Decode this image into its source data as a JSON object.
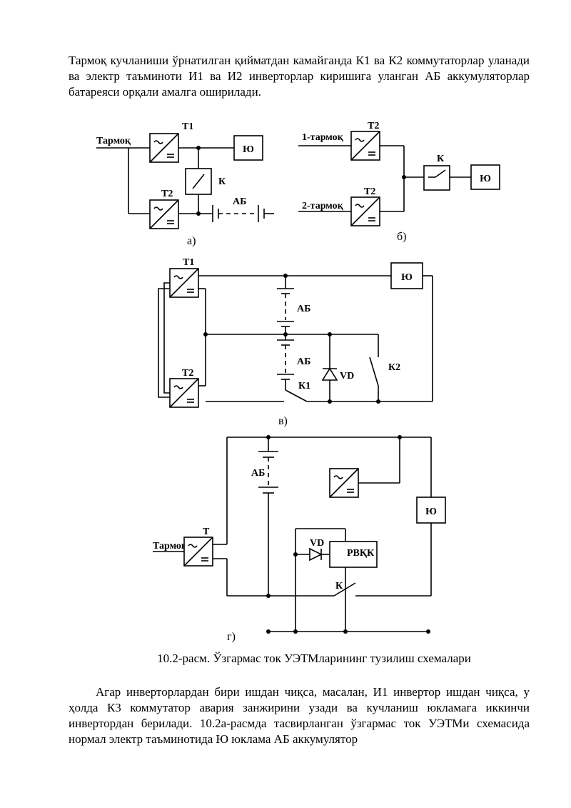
{
  "text": {
    "para_top": "Тармоқ кучланиши ўрнатилган қийматдан камайганда К1 ва К2 коммутаторлар уланади ва электр таъминоти И1 ва И2 инверторлар киришига уланган АБ аккумуляторлар батареяси орқали амалга оширилади.",
    "caption": "10.2-расм. Ўзгармас ток УЭТМларининг тузилиш схемалари",
    "para_bottom": "Агар инверторлардан бири ишдан чиқса, масалан, И1 инвертор ишдан чиқса, у ҳолда К3 коммутатор авария занжирини узади ва кучланиш юкламага иккинчи инвертордан берилади. 10.2а-расмда тасвирланган ўзгармас ток УЭТМи схемасида нормал электр таъминотида Ю юклама АБ аккумулятор"
  },
  "diagram": {
    "a": {
      "input": "Тармоқ",
      "t1": "Т1",
      "t2": "Т2",
      "load": "Ю",
      "switch": "К",
      "battery": "АБ",
      "sub": "а)"
    },
    "b": {
      "input1": "1-тармоқ",
      "input2": "2-тармоқ",
      "t2_top": "Т2",
      "t2_bottom": "Т2",
      "switch": "К",
      "load": "Ю",
      "sub": "б)"
    },
    "v": {
      "t1": "Т1",
      "t2": "Т2",
      "load": "Ю",
      "battery_top": "АБ",
      "battery_bottom": "АБ",
      "diode": "VD",
      "k1": "К1",
      "k2": "К2",
      "sub": "в)"
    },
    "g": {
      "input": "Тармоқ",
      "t": "Т",
      "battery": "АБ",
      "load": "Ю",
      "diode": "VD",
      "regulator": "РВҚК",
      "switch": "К",
      "sub": "г)"
    }
  }
}
